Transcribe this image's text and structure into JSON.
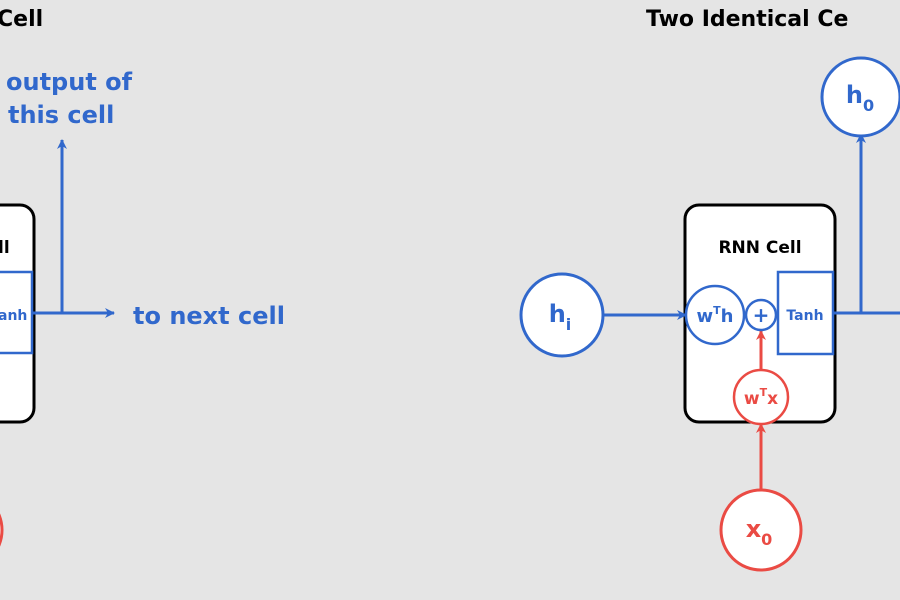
{
  "colors": {
    "background": "#e5e5e5",
    "blue": "#3168cc",
    "red": "#ea4b44",
    "black": "#000000",
    "white": "#ffffff"
  },
  "left_panel": {
    "title": "Cell",
    "cell_title": "ll",
    "tanh_label": "anh",
    "output_label_line1": "output of",
    "output_label_line2": "this cell",
    "next_label": "to next cell"
  },
  "right_panel": {
    "title": "Two Identical Ce",
    "cell_title": "RNN Cell",
    "hidden_in": {
      "base": "h",
      "sub": "i"
    },
    "hidden_out": {
      "base": "h",
      "sub": "0"
    },
    "input": {
      "base": "x",
      "sub": "0"
    },
    "wth": {
      "base": "w",
      "sup": "T",
      "tail": "h"
    },
    "wtx": {
      "base": "w",
      "sup": "T",
      "tail": "x"
    },
    "plus": "+",
    "tanh_label": "Tanh"
  }
}
